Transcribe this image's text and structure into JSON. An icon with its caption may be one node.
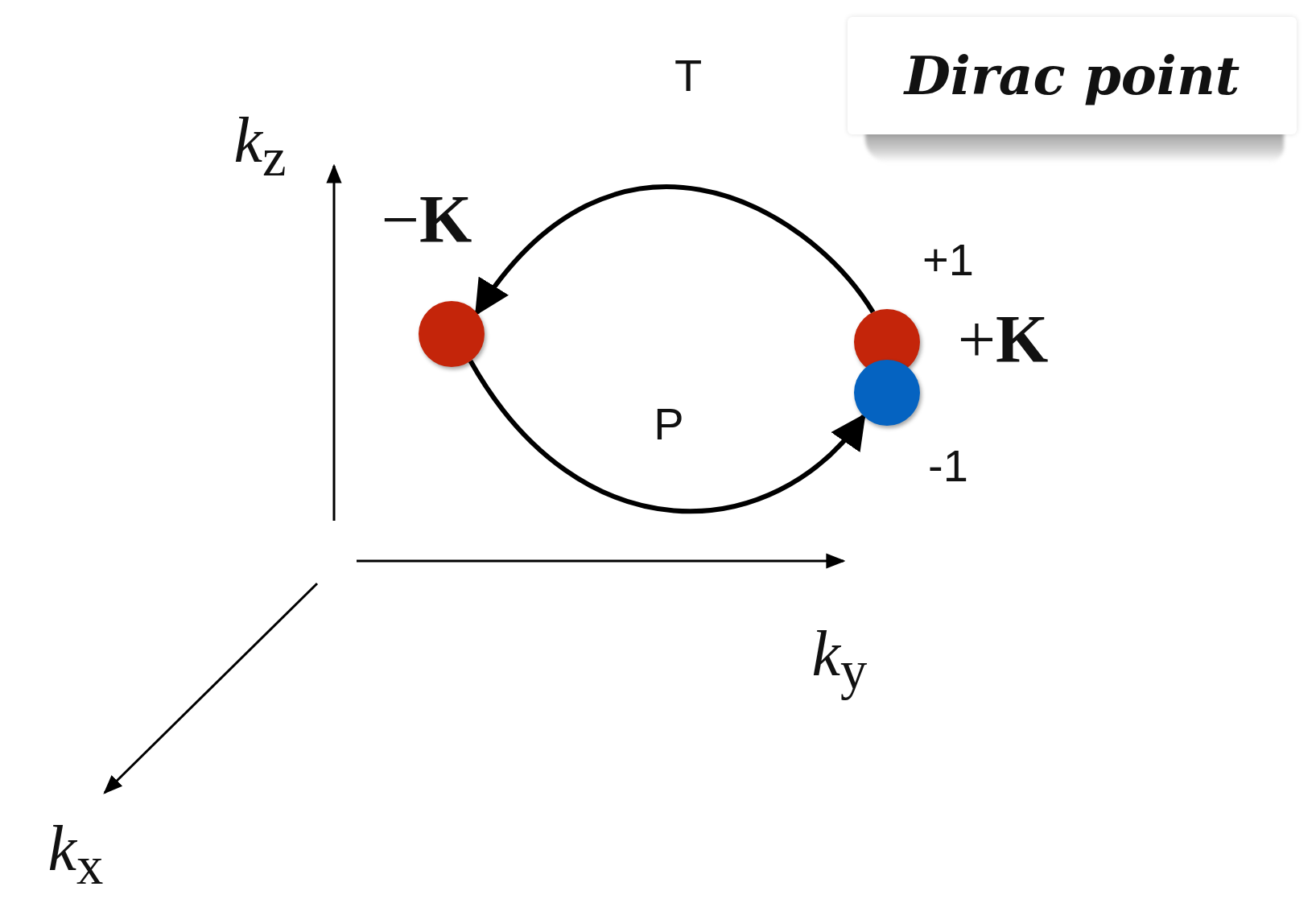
{
  "diagram": {
    "title": "Dirac point",
    "nodes": [
      {
        "text": [],
        "shape": "circle",
        "beside": [
          "−**K**"
        ]
      },
      {
        "text": [],
        "shape": "circle",
        "beside": [
          "+1"
        ]
      },
      {
        "text": [],
        "shape": "circle",
        "beside": [
          "-1"
        ]
      }
    ],
    "edges": [
      {
        "from": 1,
        "to": 0,
        "arrow": "to",
        "label": "T"
      },
      {
        "from": 0,
        "to": 2,
        "arrow": "to",
        "label": "P"
      }
    ],
    "labels": [
      "*k*$_{z}$",
      "+**K**",
      "*k*$_{y}$",
      "*k*$_{x}$"
    ]
  }
}
